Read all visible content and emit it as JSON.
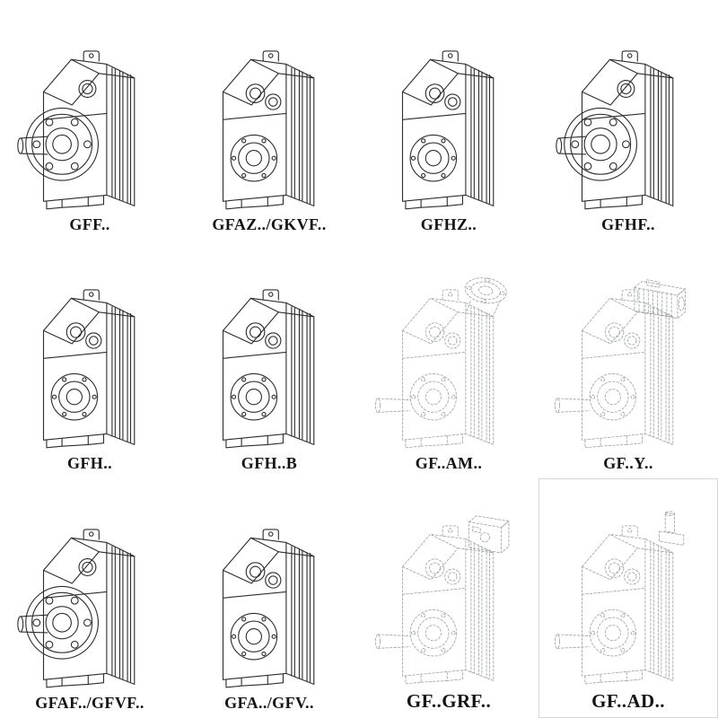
{
  "page": {
    "background": "#ffffff",
    "type": "gearbox-catalog-grid",
    "rows": 3,
    "cols": 4
  },
  "colors": {
    "solid_line": "#2e2e2e",
    "dashed_line": "#a0a6a2",
    "label_text": "#141414",
    "background": "#ffffff"
  },
  "cells": [
    {
      "label": "GFF..",
      "drawing": "gearbox-flange-drawing",
      "line_style": "solid"
    },
    {
      "label": "GFAZ../GKVF..",
      "drawing": "gearbox-bores-drawing",
      "line_style": "solid"
    },
    {
      "label": "GFHZ..",
      "drawing": "gearbox-bores-drawing",
      "line_style": "solid"
    },
    {
      "label": "GFHF..",
      "drawing": "gearbox-flange-drawing",
      "line_style": "solid"
    },
    {
      "label": "GFH..",
      "drawing": "gearbox-bores-drawing",
      "line_style": "solid"
    },
    {
      "label": "GFH..B",
      "drawing": "gearbox-bores-drawing",
      "line_style": "solid"
    },
    {
      "label": "GF..AM..",
      "drawing": "gearbox-motor-adapter-drawing",
      "line_style": "dashed"
    },
    {
      "label": "GF..Y..",
      "drawing": "gearbox-motor-drawing",
      "line_style": "dashed"
    },
    {
      "label": "GFAF../GFVF..",
      "drawing": "gearbox-flange-drawing",
      "line_style": "solid"
    },
    {
      "label": "GFA../GFV..",
      "drawing": "gearbox-bores-drawing",
      "line_style": "solid"
    },
    {
      "label": "GF..GRF..",
      "drawing": "gearbox-box-adapter-drawing",
      "line_style": "dashed"
    },
    {
      "label": "GF..AD..",
      "drawing": "gearbox-input-shaft-drawing",
      "line_style": "dashed"
    }
  ]
}
